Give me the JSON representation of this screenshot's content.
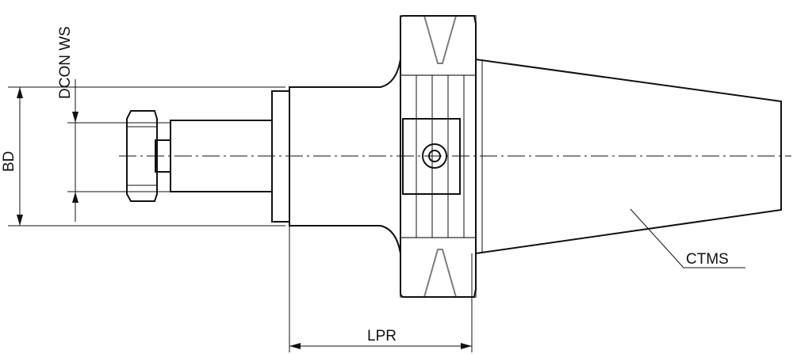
{
  "labels": {
    "dcon_ws": "DCON WS",
    "bd": "BD",
    "lpr": "LPR",
    "ctms": "CTMS"
  },
  "colors": {
    "fill": "#e2e2e2",
    "dark": "#8a8a8a",
    "line": "#111111"
  }
}
